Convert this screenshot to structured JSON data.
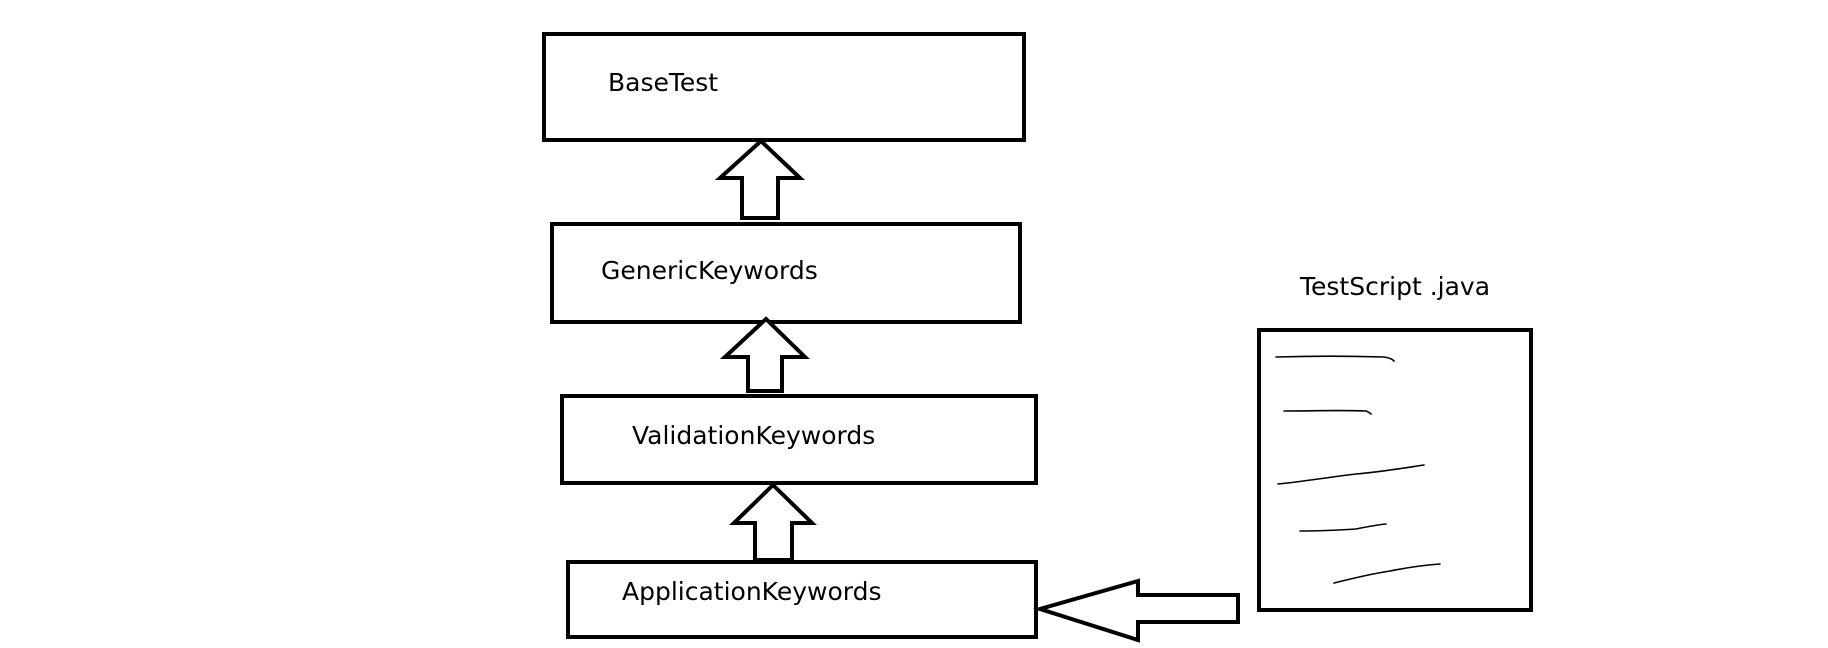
{
  "diagram": {
    "nodes": [
      {
        "id": "base-test",
        "label": "BaseTest"
      },
      {
        "id": "generic-keywords",
        "label": "GenericKeywords"
      },
      {
        "id": "validation-keywords",
        "label": "ValidationKeywords"
      },
      {
        "id": "application-keywords",
        "label": "ApplicationKeywords"
      }
    ],
    "edges": [
      {
        "from": "generic-keywords",
        "to": "base-test",
        "style": "hollow-arrow"
      },
      {
        "from": "validation-keywords",
        "to": "generic-keywords",
        "style": "hollow-arrow"
      },
      {
        "from": "application-keywords",
        "to": "validation-keywords",
        "style": "hollow-arrow"
      },
      {
        "from": "test-script",
        "to": "application-keywords",
        "style": "hollow-arrow"
      }
    ],
    "document": {
      "title": "TestScript .java",
      "lines": 5
    }
  }
}
